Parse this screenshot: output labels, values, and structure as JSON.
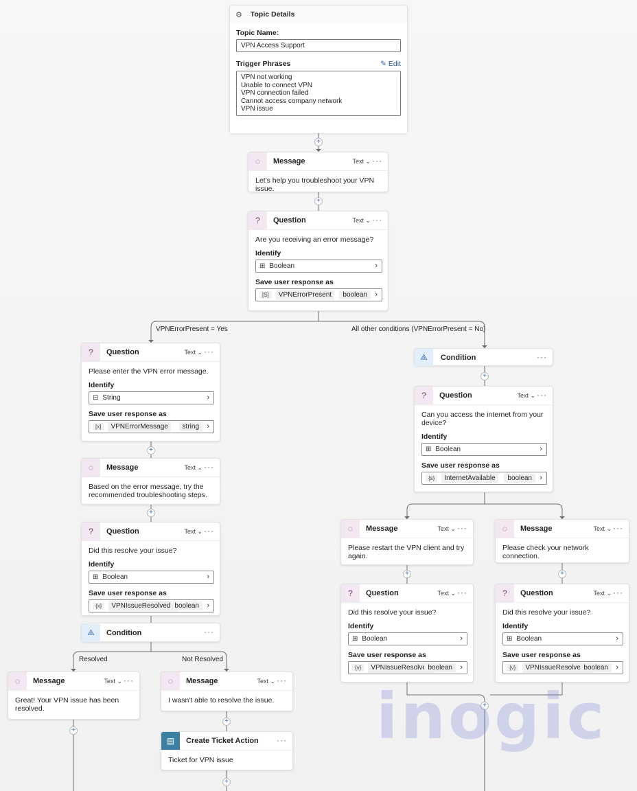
{
  "topic": {
    "header": "Topic Details",
    "name_label": "Topic Name:",
    "name_value": "VPN Access Support",
    "trigger_label": "Trigger Phrases",
    "edit_label": "Edit",
    "phrases": [
      "VPN not working",
      "Unable to connect VPN",
      "VPN connection failed",
      "Cannot access company network",
      "VPN issue"
    ]
  },
  "labels": {
    "text_type": "Text",
    "identify": "Identify",
    "save_as": "Save user response as"
  },
  "nodes": {
    "msg1": {
      "title": "Message",
      "text": "Let's help you troubleshoot your VPN issue."
    },
    "q1": {
      "title": "Question",
      "text": "Are you receiving an error message?",
      "identify": "Boolean",
      "var_tag": "[S]",
      "var": "VPNErrorPresent",
      "vtype": "boolean"
    },
    "cond_right": {
      "title": "Condition"
    },
    "q2": {
      "title": "Question",
      "text": "Please enter the VPN error message.",
      "identify": "String",
      "var_tag": "[x]",
      "var": "VPNErrorMessage",
      "vtype": "string"
    },
    "msg2": {
      "title": "Message",
      "text": "Based on the error message, try the recommended troubleshooting steps."
    },
    "q3": {
      "title": "Question",
      "text": "Did this resolve your issue?",
      "identify": "Boolean",
      "var_tag": "{x}",
      "var": "VPNIssueResolvedY",
      "vtype": "boolean"
    },
    "cond_left": {
      "title": "Condition"
    },
    "msg_great": {
      "title": "Message",
      "text": "Great! Your VPN issue has been resolved."
    },
    "msg_fail": {
      "title": "Message",
      "text": "I wasn't able to resolve the issue."
    },
    "ticket": {
      "title": "Create Ticket Action",
      "text": "Ticket for VPN issue"
    },
    "q4": {
      "title": "Question",
      "text": "Can you access the internet from your device?",
      "identify": "Boolean",
      "var_tag": "{s}",
      "var": "InternetAvailable",
      "vtype": "boolean"
    },
    "msg_restart": {
      "title": "Message",
      "text": "Please restart the VPN client and try again."
    },
    "msg_network": {
      "title": "Message",
      "text": "Please check your network connection."
    },
    "q5": {
      "title": "Question",
      "text": "Did this resolve your issue?",
      "identify": "Boolean",
      "var_tag": "{v}",
      "var": "VPNIssueResolvedI",
      "vtype": "boolean"
    },
    "q6": {
      "title": "Question",
      "text": "Did this resolve your issue?",
      "identify": "Boolean",
      "var_tag": "{v}",
      "var": "VPNIssueResolvedNI",
      "vtype": "boolean"
    }
  },
  "branches": {
    "yes": "VPNErrorPresent = Yes",
    "other": "All other conditions (VPNErrorPresent = No)",
    "resolved": "Resolved",
    "not_resolved": "Not Resolved"
  },
  "watermark": "inogic",
  "icons": {
    "topic": "topic-icon",
    "message": "chat-bubble-icon",
    "question": "question-bubble-icon",
    "condition": "condition-branch-icon",
    "ticket": "ticket-action-icon"
  }
}
